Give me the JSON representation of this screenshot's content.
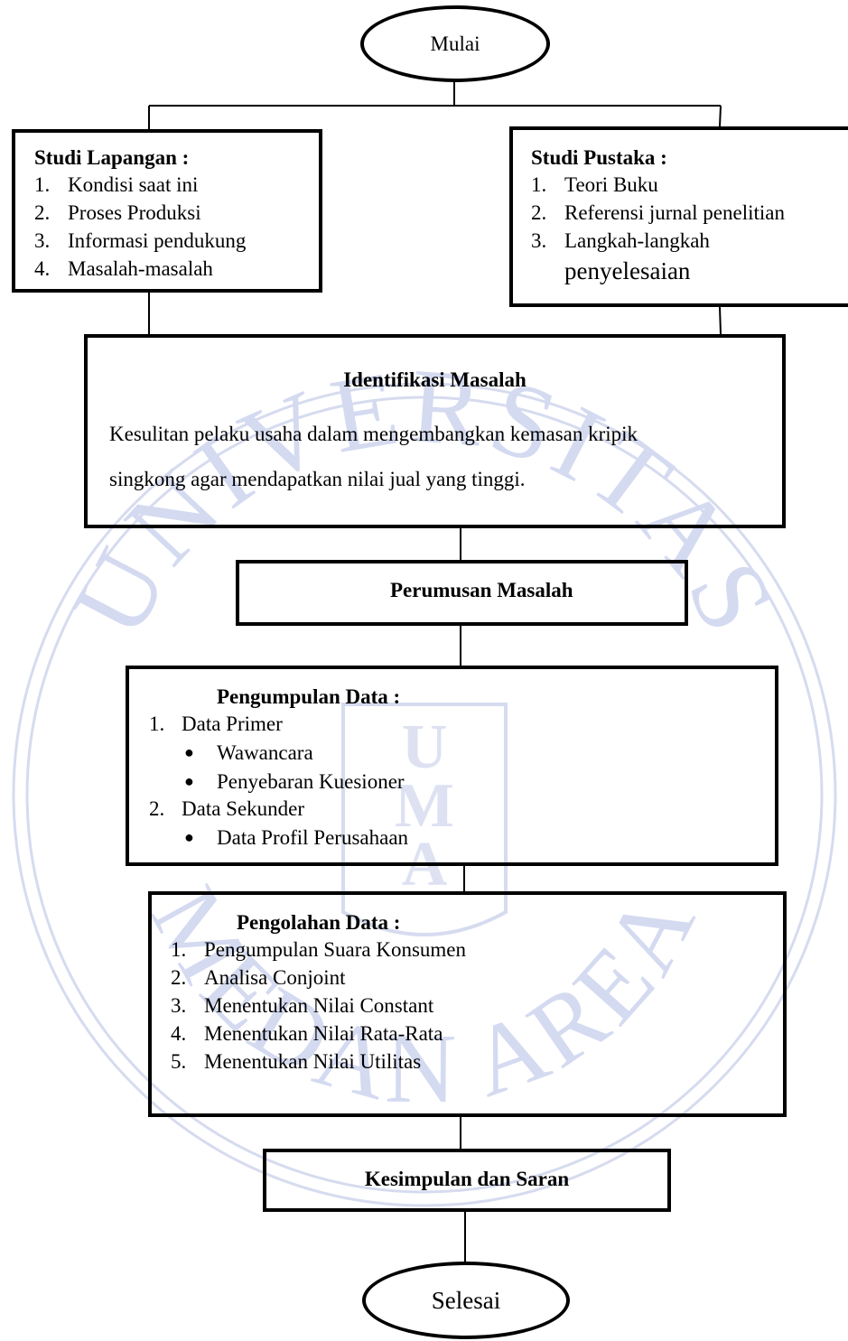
{
  "start": "Mulai",
  "end": "Selesai",
  "studi_lapangan": {
    "title": "Studi Lapangan :",
    "items": [
      "Kondisi saat ini",
      "Proses Produksi",
      "Informasi pendukung",
      "Masalah-masalah"
    ]
  },
  "studi_pustaka": {
    "title": "Studi Pustaka :",
    "items": [
      "Teori Buku",
      "Referensi jurnal penelitian",
      "Langkah-langkah"
    ],
    "item3_cont": "penyelesaian"
  },
  "identifikasi": {
    "title": "Identifikasi Masalah",
    "line1": "Kesulitan pelaku usaha dalam mengembangkan kemasan kripik",
    "line2": "singkong  agar mendapatkan nilai jual yang tinggi."
  },
  "perumusan": {
    "title": "Perumusan Masalah"
  },
  "pengumpulan": {
    "title": "Pengumpulan Data :",
    "items": [
      {
        "label": "Data Primer",
        "subitems": [
          "Wawancara",
          "Penyebaran Kuesioner"
        ]
      },
      {
        "label": "Data Sekunder",
        "subitems": [
          "Data Profil Perusahaan"
        ]
      }
    ]
  },
  "pengolahan": {
    "title": "Pengolahan Data :",
    "items": [
      "Pengumpulan Suara Konsumen",
      "Analisa Conjoint",
      "Menentukan Nilai Constant",
      "Menentukan Nilai Rata-Rata",
      "Menentukan Nilai Utilitas"
    ]
  },
  "kesimpulan": {
    "title": "Kesimpulan dan Saran"
  },
  "watermark": {
    "text_top": "UNIVERSITAS",
    "text_bottom": "MEDAN AREA",
    "color": "#c9d0ea"
  }
}
